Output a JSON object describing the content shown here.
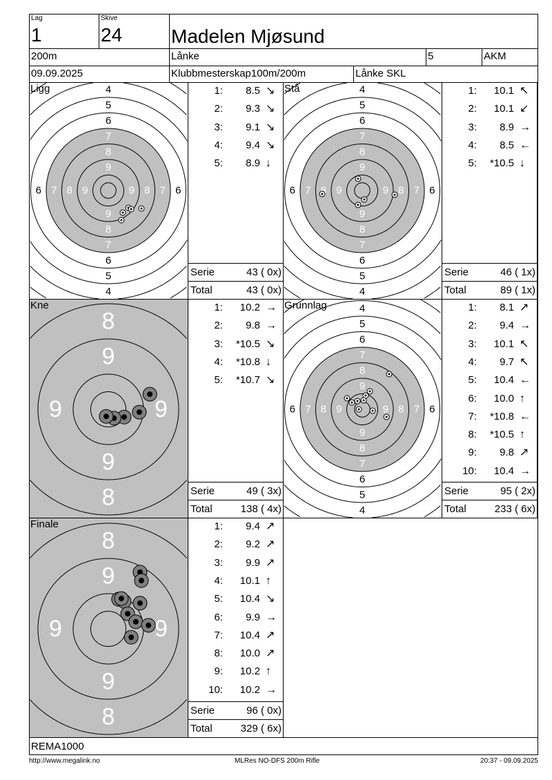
{
  "header": {
    "lag_label": "Lag",
    "lag": "1",
    "skive_label": "Skive",
    "skive": "24",
    "name": "Madelen Mjøsund",
    "distance": "200m",
    "club": "Lånke",
    "class_no": "5",
    "class": "AKM",
    "date": "09.09.2025",
    "event": "Klubbmesterskap100m/200m",
    "organizer": "Lånke SKL"
  },
  "targets": [
    {
      "title": "Ligg",
      "type": "full",
      "ring_labels": {
        "vertical": [
          "4",
          "5",
          "6",
          "7",
          "8",
          "9"
        ],
        "horizontal": [
          "6",
          "7",
          "8",
          "9"
        ]
      },
      "shots": [
        [
          1.29,
          1.11
        ],
        [
          1.47,
          1.2
        ],
        [
          0.93,
          1.42
        ],
        [
          0.84,
          1.91
        ],
        [
          2.13,
          1.16
        ]
      ],
      "scores": [
        {
          "no": "1:",
          "value": "8.5",
          "dir": "↘"
        },
        {
          "no": "2:",
          "value": "9.3",
          "dir": "↘"
        },
        {
          "no": "3:",
          "value": "9.1",
          "dir": "↘"
        },
        {
          "no": "4:",
          "value": "9.4",
          "dir": "↘"
        },
        {
          "no": "5:",
          "value": "8.9",
          "dir": "↓"
        }
      ],
      "serie_label": "Serie",
      "serie": "43 ( 0x)",
      "total_label": "Total",
      "total": "43 ( 0x)"
    },
    {
      "title": "Stå",
      "type": "full",
      "ring_labels": {
        "vertical": [
          "4",
          "5",
          "6",
          "7",
          "8",
          "9"
        ],
        "horizontal": [
          "6",
          "7",
          "8",
          "9"
        ]
      },
      "shots": [
        [
          -2.58,
          0.22
        ],
        [
          -0.27,
          -0.76
        ],
        [
          0.13,
          0.58
        ],
        [
          -0.27,
          0.93
        ],
        [
          2.09,
          0.27
        ]
      ],
      "scores": [
        {
          "no": "1:",
          "value": "10.1",
          "dir": "↖"
        },
        {
          "no": "2:",
          "value": "10.1",
          "dir": "↙"
        },
        {
          "no": "3:",
          "value": "8.9",
          "dir": "→"
        },
        {
          "no": "4:",
          "value": "8.5",
          "dir": "←"
        },
        {
          "no": "5:",
          "value": "*10.5",
          "dir": "↓"
        }
      ],
      "serie_label": "Serie",
      "serie": "46 ( 1x)",
      "total_label": "Total",
      "total": "89 ( 1x)"
    },
    {
      "title": "Kne",
      "type": "zoom",
      "ring_labels": {
        "vertical": [
          "8",
          "9"
        ],
        "horizontal": [
          "9"
        ]
      },
      "shots": [
        [
          1.18,
          -0.43
        ],
        [
          0.88,
          0.08
        ],
        [
          0.45,
          0.22
        ],
        [
          0.16,
          0.25
        ],
        [
          -0.06,
          0.2
        ]
      ],
      "scores": [
        {
          "no": "1:",
          "value": "10.2",
          "dir": "→"
        },
        {
          "no": "2:",
          "value": "9.8",
          "dir": "→"
        },
        {
          "no": "3:",
          "value": "*10.5",
          "dir": "↘"
        },
        {
          "no": "4:",
          "value": "*10.8",
          "dir": "↓"
        },
        {
          "no": "5:",
          "value": "*10.7",
          "dir": "↘"
        }
      ],
      "serie_label": "Serie",
      "serie": "49 ( 3x)",
      "total_label": "Total",
      "total": "138 ( 4x)"
    },
    {
      "title": "Grunnlag",
      "type": "full",
      "ring_labels": {
        "vertical": [
          "4",
          "5",
          "6",
          "7",
          "8",
          "9"
        ],
        "horizontal": [
          "6",
          "7",
          "8",
          "9"
        ]
      },
      "shots": [
        [
          1.73,
          -2.27
        ],
        [
          0.49,
          -1.16
        ],
        [
          0.22,
          -0.89
        ],
        [
          -0.98,
          -0.71
        ],
        [
          -0.67,
          -0.44
        ],
        [
          -0.22,
          0
        ],
        [
          0.67,
          0.09
        ],
        [
          -0.31,
          -0.53
        ],
        [
          1.56,
          0.49
        ],
        [
          0.09,
          -0.58
        ]
      ],
      "scores": [
        {
          "no": "1:",
          "value": "8.1",
          "dir": "↗"
        },
        {
          "no": "2:",
          "value": "9.4",
          "dir": "→"
        },
        {
          "no": "3:",
          "value": "10.1",
          "dir": "↖"
        },
        {
          "no": "4:",
          "value": "9.7",
          "dir": "↖"
        },
        {
          "no": "5:",
          "value": "10.4",
          "dir": "←"
        },
        {
          "no": "6:",
          "value": "10.0",
          "dir": "↑"
        },
        {
          "no": "7:",
          "value": "*10.8",
          "dir": "←"
        },
        {
          "no": "8:",
          "value": "*10.5",
          "dir": "↑"
        },
        {
          "no": "9:",
          "value": "9.8",
          "dir": "↗"
        },
        {
          "no": "10:",
          "value": "10.4",
          "dir": "→"
        }
      ],
      "serie_label": "Serie",
      "serie": "95 ( 2x)",
      "total_label": "Total",
      "total": "233 ( 6x)"
    },
    {
      "title": "Finale",
      "type": "zoom",
      "ring_labels": {
        "vertical": [
          "8",
          "9"
        ],
        "horizontal": [
          "9"
        ]
      },
      "shots": [
        [
          0.9,
          -1.61
        ],
        [
          0.94,
          -1.37
        ],
        [
          0.29,
          -0.84
        ],
        [
          0.45,
          -0.78
        ],
        [
          0.9,
          -0.73
        ],
        [
          0.55,
          -0.43
        ],
        [
          0.78,
          -0.2
        ],
        [
          1.14,
          -0.1
        ],
        [
          0.65,
          0.24
        ],
        [
          0.37,
          -0.86
        ]
      ],
      "scores": [
        {
          "no": "1:",
          "value": "9.4",
          "dir": "↗"
        },
        {
          "no": "2:",
          "value": "9.2",
          "dir": "↗"
        },
        {
          "no": "3:",
          "value": "9.9",
          "dir": "↗"
        },
        {
          "no": "4:",
          "value": "10.1",
          "dir": "↑"
        },
        {
          "no": "5:",
          "value": "10.4",
          "dir": "↘"
        },
        {
          "no": "6:",
          "value": "9.9",
          "dir": "→"
        },
        {
          "no": "7:",
          "value": "10.4",
          "dir": "↗"
        },
        {
          "no": "8:",
          "value": "10.0",
          "dir": "↗"
        },
        {
          "no": "9:",
          "value": "10.2",
          "dir": "↑"
        },
        {
          "no": "10:",
          "value": "10.2",
          "dir": "→"
        }
      ],
      "serie_label": "Serie",
      "serie": "96 ( 0x)",
      "total_label": "Total",
      "total": "329 ( 6x)"
    }
  ],
  "sponsor": "REMA1000",
  "footer": {
    "url": "http://www.megalink.no",
    "software": "MLRes NO-DFS 200m Rifle",
    "timestamp": "20:37 - 09.09.2025"
  },
  "colors": {
    "target_grey": "#c0c0c0"
  }
}
